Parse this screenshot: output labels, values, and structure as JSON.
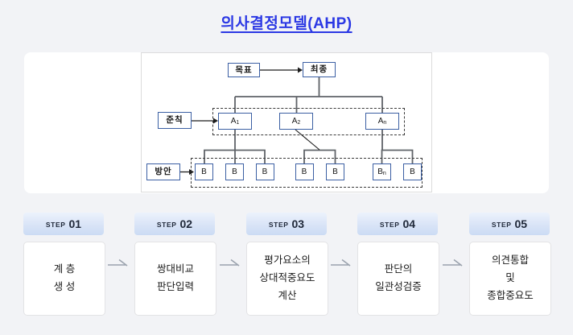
{
  "title": "의사결정모델(AHP)",
  "diagram": {
    "goal": "목표",
    "final": "최종",
    "criteria": "준칙",
    "alternatives": "방안",
    "level_a": [
      {
        "base": "A",
        "sub": "1"
      },
      {
        "base": "A",
        "sub": "2"
      },
      {
        "base": "A",
        "sub": "n"
      }
    ],
    "level_b": [
      {
        "base": "B",
        "sub": ""
      },
      {
        "base": "B",
        "sub": ""
      },
      {
        "base": "B",
        "sub": ""
      },
      {
        "base": "B",
        "sub": ""
      },
      {
        "base": "B",
        "sub": ""
      },
      {
        "base": "B",
        "sub": "n"
      },
      {
        "base": "B",
        "sub": ""
      }
    ]
  },
  "steps": [
    {
      "word": "STEP",
      "num": "01",
      "lines": [
        "계 층",
        "생 성"
      ]
    },
    {
      "word": "STEP",
      "num": "02",
      "lines": [
        "쌍대비교",
        "판단입력"
      ]
    },
    {
      "word": "STEP",
      "num": "03",
      "lines": [
        "평가요소의",
        "상대적중요도",
        "계산"
      ]
    },
    {
      "word": "STEP",
      "num": "04",
      "lines": [
        "판단의",
        "일관성검증"
      ]
    },
    {
      "word": "STEP",
      "num": "05",
      "lines": [
        "의견통합",
        "및",
        "종합중요도"
      ]
    }
  ],
  "colors": {
    "title_blue": "#2b38e4",
    "box_border_blue": "#3b5fa3",
    "connector_gray": "#5f6368",
    "step_header_blue": "#d9e4f7",
    "background": "#f2f3f6"
  }
}
